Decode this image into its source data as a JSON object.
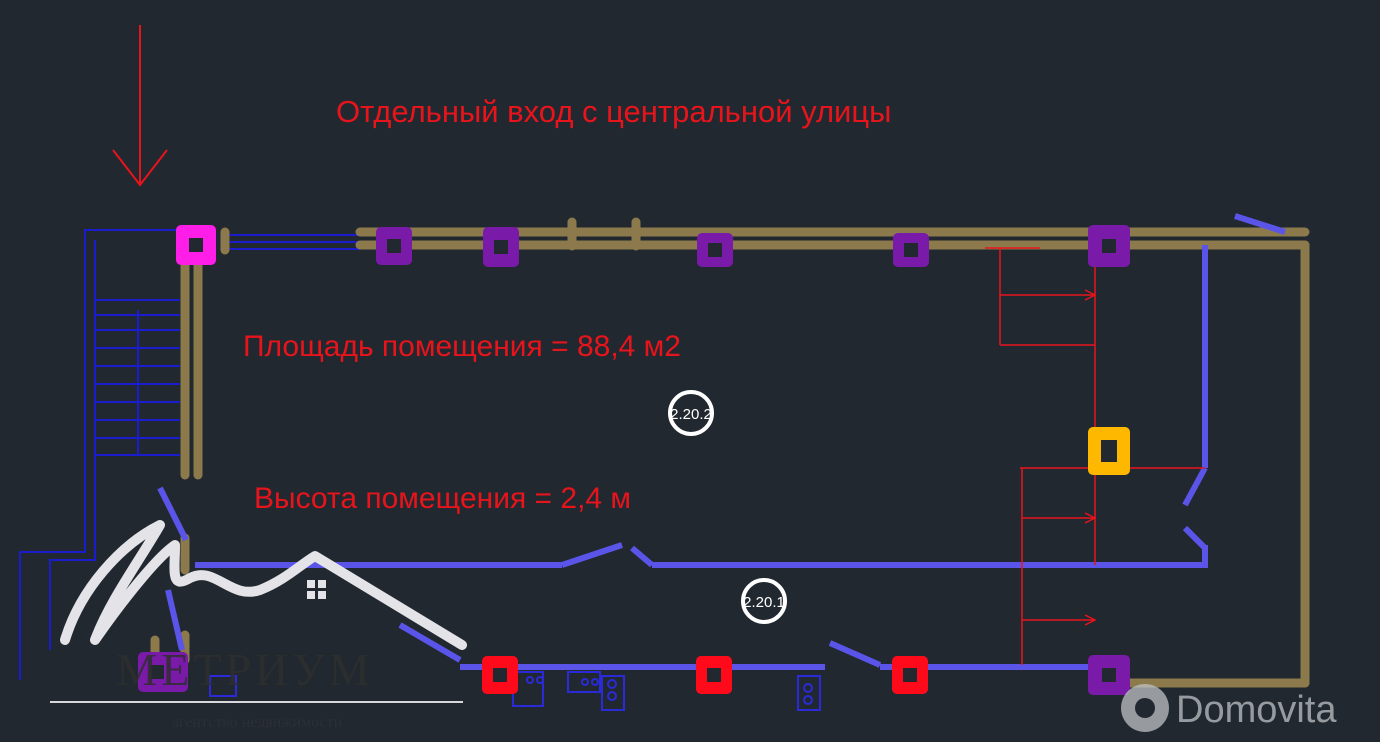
{
  "plan": {
    "entrance_note": "Отдельный вход с центральной улицы",
    "area_label": "Площадь помещения = 88,4 м2",
    "height_label": "Высота помещения = 2,4 м",
    "room_tags": [
      "2.20.2",
      "2.20.1"
    ]
  },
  "logos": {
    "agency_name": "МЕТРИУМ",
    "agency_subtitle": "агентство недвижимости",
    "watermark": "Domovita"
  },
  "colors": {
    "background": "#212830",
    "outer_wall": "#8c7a4c",
    "inner_wall": "#5a55e8",
    "column_purple": "#7a1aa8",
    "column_magenta": "#ff1ee8",
    "column_red": "#ff0a1a",
    "column_yellow": "#ffb800",
    "annotation": "#e8141c"
  }
}
